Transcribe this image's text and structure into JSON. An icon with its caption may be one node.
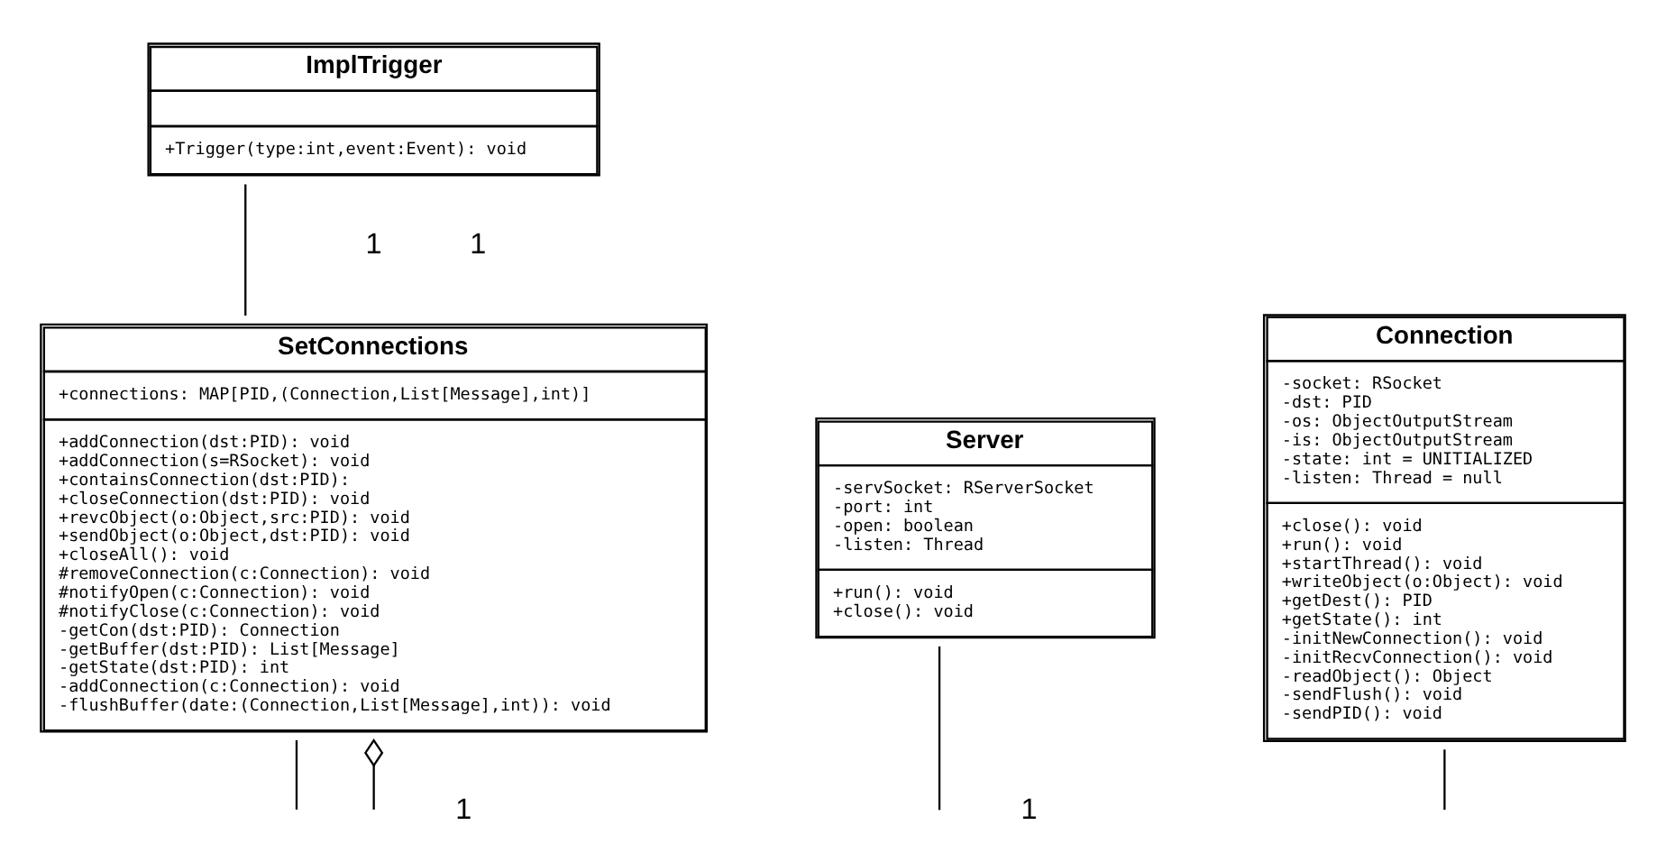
{
  "diagram": {
    "nodes": [
      {
        "text": [
          "ImplTrigger",
          "+Trigger(type:int,event:Event): void"
        ]
      },
      {
        "text": [
          "SetConnections",
          "+connections: MAP[PID,(Connection,List[Message],int)]",
          "+addConnection(dst:PID): void",
          "+addConnection(s=RSocket): void",
          "+containsConnection(dst:PID):",
          "+closeConnection(dst:PID): void",
          "+revcObject(o:Object,src:PID): void",
          "+sendObject(o:Object,dst:PID): void",
          "+closeAll(): void",
          "#removeConnection(c:Connection): void",
          "#notifyOpen(c:Connection): void",
          "#notifyClose(c:Connection): void",
          "-getCon(dst:PID): Connection",
          "-getBuffer(dst:PID): List[Message]",
          "-getState(dst:PID): int",
          "-addConnection(c:Connection): void",
          "-flushBuffer(date:(Connection,List[Message],int)): void"
        ]
      },
      {
        "text": [
          "Server",
          "-servSocket: RServerSocket",
          "-port: int",
          "-open: boolean",
          "-listen: Thread",
          "+run(): void",
          "+close(): void"
        ]
      },
      {
        "text": [
          "Connection",
          "-socket: RSocket",
          "-dst: PID",
          "-os: ObjectOutputStream",
          "-is: ObjectOutputStream",
          "-state: int = UNITIALIZED",
          "-listen: Thread = null",
          "+close(): void",
          "+run(): void",
          "+startThread(): void",
          "+writeObject(o:Object): void",
          "+getDest(): PID",
          "+getState(): int",
          "-initNewConnection(): void",
          "-initRecvConnection(): void",
          "-readObject(): Object",
          "-sendFlush(): void",
          "-sendPID(): void"
        ]
      }
    ],
    "edges": [
      {
        "from": 0,
        "to": 1,
        "arrow": "none"
      },
      {
        "from": 2,
        "to": null,
        "arrow": "none"
      },
      {
        "from": 1,
        "to": null,
        "arrow": "none"
      },
      {
        "from": 1,
        "to": null,
        "arrow": "other"
      },
      {
        "from": 3,
        "to": null,
        "arrow": "none"
      }
    ],
    "labels": [
      "1",
      "1",
      "1",
      "1"
    ]
  }
}
